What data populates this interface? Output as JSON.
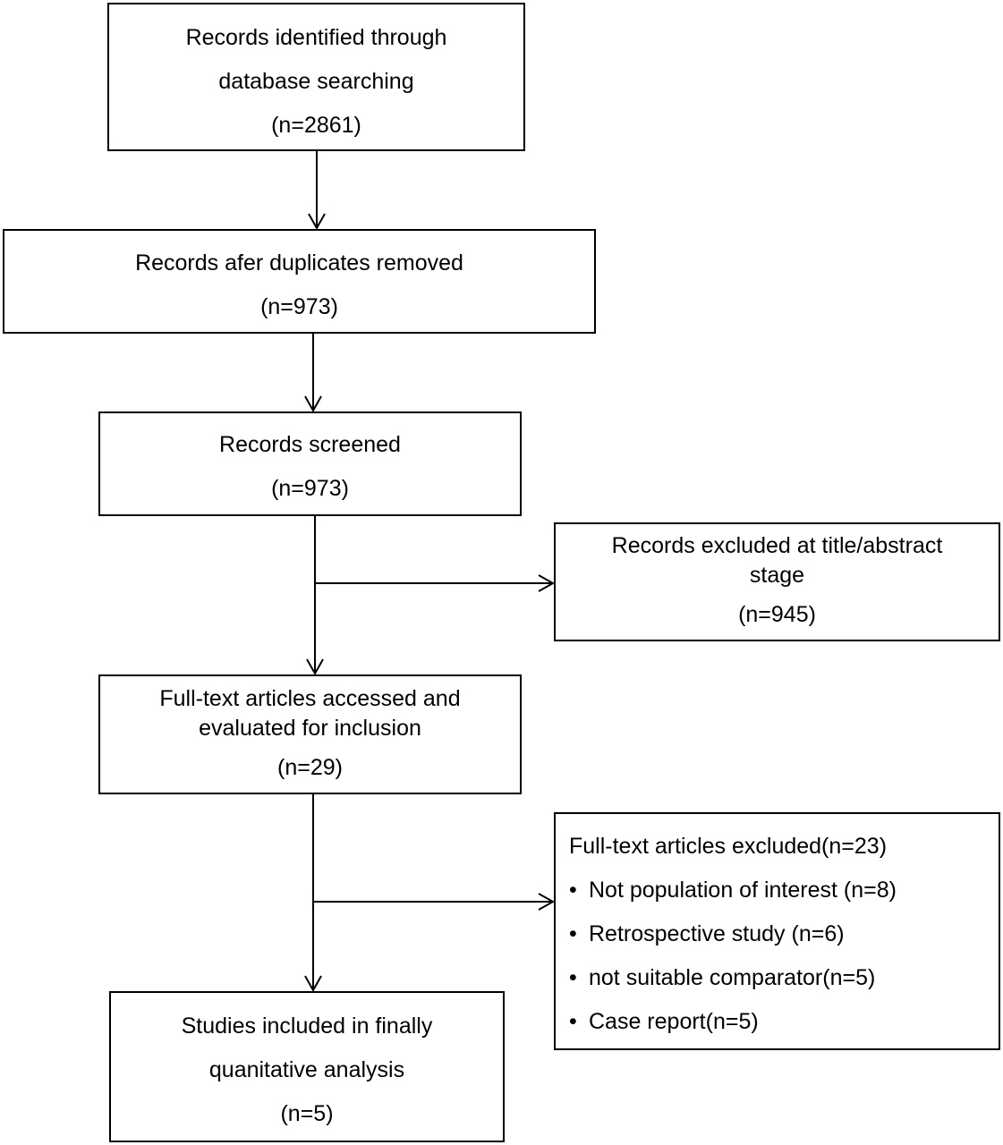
{
  "boxes": {
    "identified": {
      "line1": "Records identified through",
      "line2": "database searching",
      "count": "(n=2861)"
    },
    "duplicates_removed": {
      "line1": "Records afer duplicates removed",
      "count": "(n=973)"
    },
    "screened": {
      "line1": "Records screened",
      "count": "(n=973)"
    },
    "excluded_title": {
      "line1": "Records excluded at title/abstract",
      "line2": "stage",
      "count": "(n=945)"
    },
    "fulltext": {
      "line1": "Full-text articles accessed and",
      "line2": "evaluated for inclusion",
      "count": "(n=29)"
    },
    "fulltext_excluded": {
      "title": "Full-text articles excluded(n=23)",
      "bullet_char": "•",
      "reasons": [
        "Not population of interest (n=8)",
        "Retrospective study (n=6)",
        "not suitable comparator(n=5)",
        "Case report(n=5)"
      ]
    },
    "included": {
      "line1": "Studies included in finally",
      "line2": "quanitative analysis",
      "count": "(n=5)"
    }
  }
}
